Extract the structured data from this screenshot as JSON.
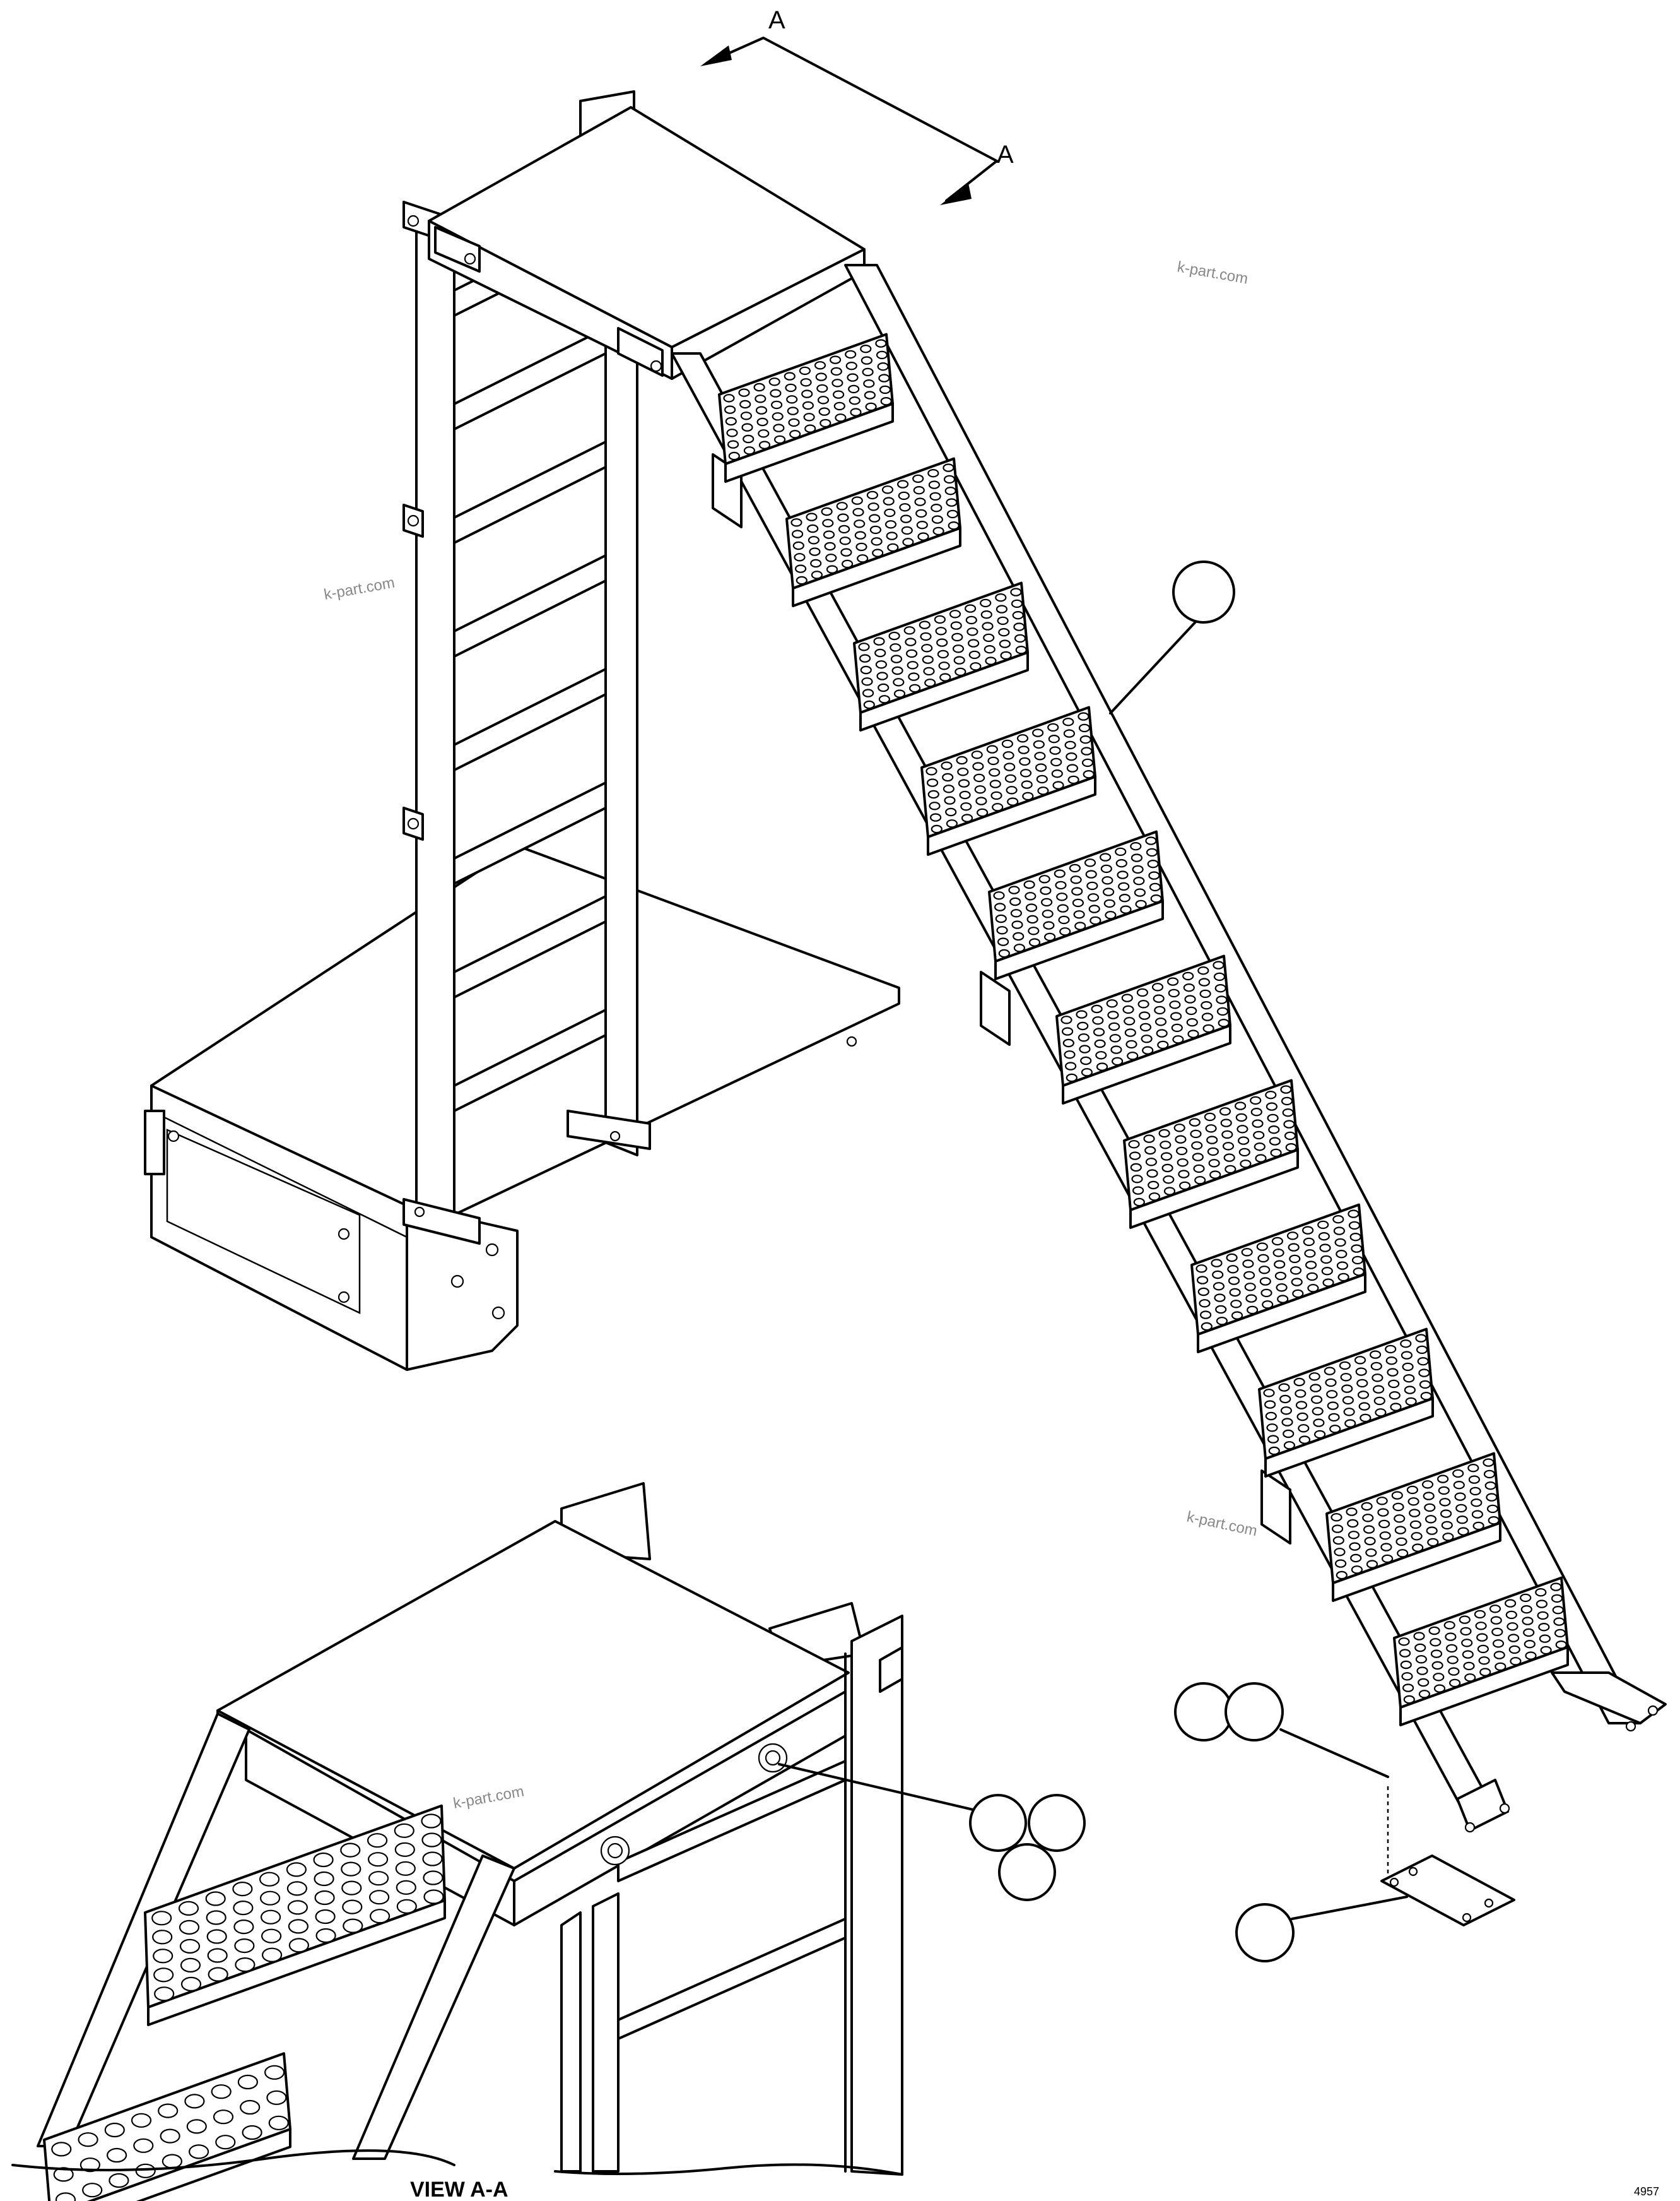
{
  "section_marks": {
    "top_label": "A",
    "bottom_label": "A"
  },
  "view_caption": "VIEW A-A",
  "sheet_number": "4957",
  "watermarks": [
    "k-part.com",
    "k-part.com",
    "k-part.com",
    "k-part.com"
  ],
  "callouts": [
    {
      "id": "callout-stair",
      "text": ""
    },
    {
      "id": "callout-base-1",
      "text": ""
    },
    {
      "id": "callout-base-2",
      "text": ""
    },
    {
      "id": "callout-plate",
      "text": ""
    },
    {
      "id": "callout-bolt-1",
      "text": ""
    },
    {
      "id": "callout-bolt-2",
      "text": ""
    },
    {
      "id": "callout-bolt-3",
      "text": ""
    }
  ],
  "colors": {
    "line": "#000000",
    "background": "#ffffff",
    "watermark": "#888888"
  }
}
